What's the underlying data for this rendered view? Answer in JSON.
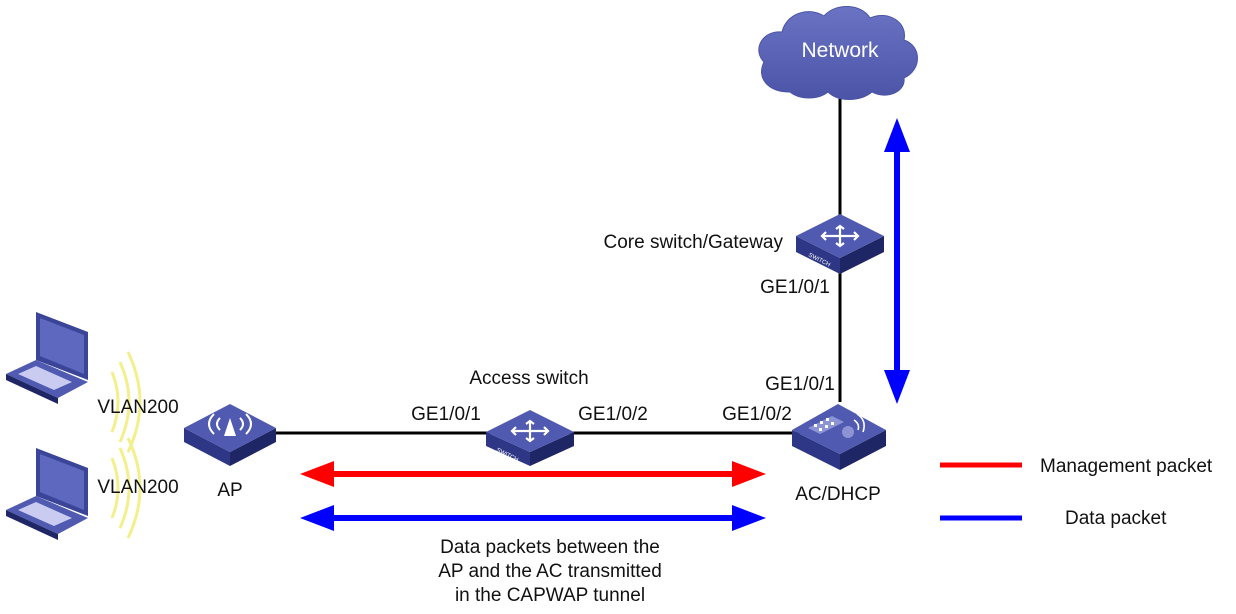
{
  "network_cloud": {
    "label": "Network",
    "color": "#5b64b4"
  },
  "core_switch": {
    "label": "Core switch/Gateway",
    "badge": "SWITCH",
    "port_down": "GE1/0/1"
  },
  "access_switch": {
    "label": "Access switch",
    "badge": "SWITCH",
    "port_left": "GE1/0/1",
    "port_right": "GE1/0/2"
  },
  "ac": {
    "label": "AC/DHCP",
    "port_up": "GE1/0/1",
    "port_left": "GE1/0/2"
  },
  "ap": {
    "label": "AP"
  },
  "clients": [
    {
      "vlan": "VLAN200",
      "icon": "laptop-icon"
    },
    {
      "vlan": "VLAN200",
      "icon": "laptop-icon"
    }
  ],
  "capwap_note": {
    "line1": "Data packets between the",
    "line2": "AP and the AC transmitted",
    "line3": "in the CAPWAP tunnel"
  },
  "legend": {
    "management": {
      "label": "Management packet",
      "color": "#ff0000"
    },
    "data": {
      "label": "Data packet",
      "color": "#0000ff"
    }
  },
  "colors": {
    "device_top": "#4f5ab0",
    "device_side": "#2e3785",
    "device_front": "#1f2666",
    "wifi_waves": "#f3ef8c",
    "link": "#000000"
  }
}
